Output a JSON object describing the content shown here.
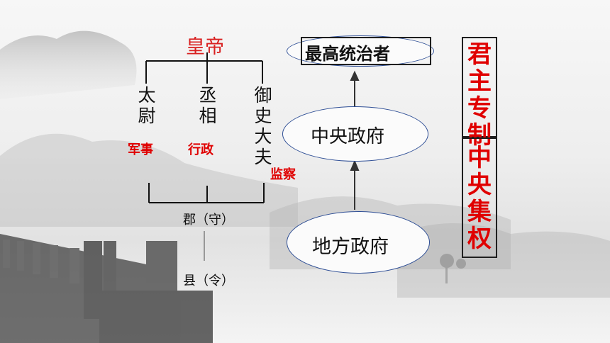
{
  "emperor": "皇帝",
  "officials": {
    "taiwei": "太尉",
    "chengxiang": "丞相",
    "yushidafu": "御史大夫"
  },
  "duties": {
    "military": "军事",
    "administration": "行政",
    "supervision": "监察"
  },
  "local": {
    "commandery": "郡（守）",
    "county": "县（令）"
  },
  "right_chain": {
    "supreme_ruler": "最高统治者",
    "central_government": "中央政府",
    "local_government": "地方政府"
  },
  "side_labels": {
    "monarchical_autocracy": "君主专制",
    "centralization": "中央集权"
  },
  "colors": {
    "red_text": "#e00000",
    "ellipse_border": "#2f4f96",
    "box_border": "#1f1f1f"
  }
}
